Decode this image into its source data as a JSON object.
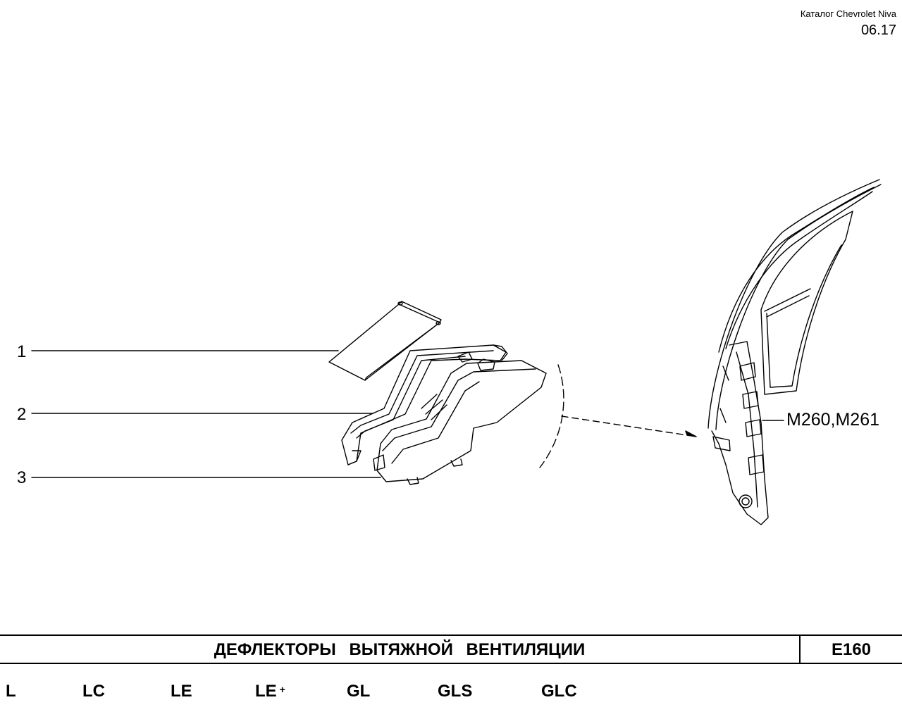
{
  "header": {
    "catalog": "Каталог Chevrolet Niva",
    "date": "06.17"
  },
  "callouts": [
    "1",
    "2",
    "3"
  ],
  "reference": "M260,M261",
  "title": "ДЕФЛЕКТОРЫ ВЫТЯЖНОЙ ВЕНТИЛЯЦИИ",
  "section_code": "E160",
  "trims": [
    "L",
    "LC",
    "LE",
    "LE",
    "GL",
    "GLS",
    "GLC"
  ],
  "trim_plus": "+"
}
